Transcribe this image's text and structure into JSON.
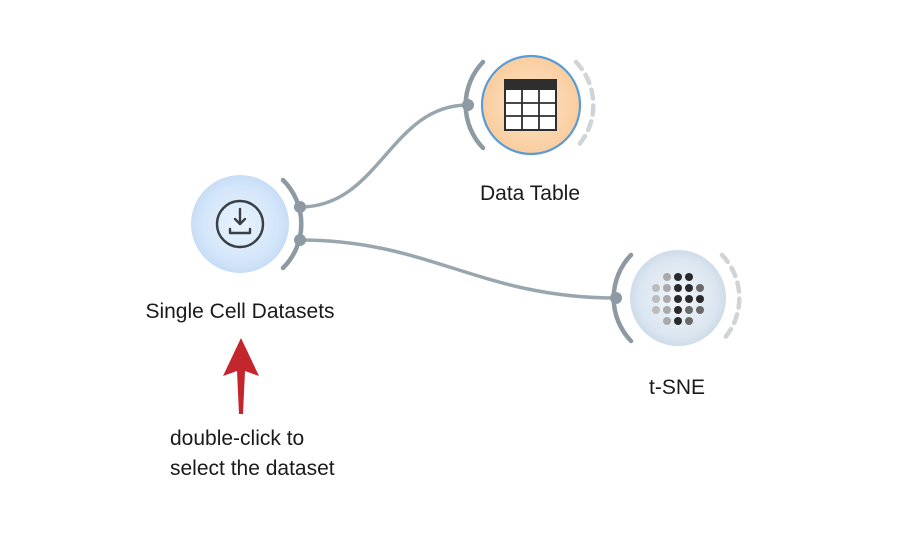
{
  "nodes": {
    "source": {
      "label": "Single Cell Datasets",
      "icon": "download-icon"
    },
    "table": {
      "label": "Data Table",
      "icon": "table-icon"
    },
    "tsne": {
      "label": "t-SNE",
      "icon": "scatter-dots-icon"
    }
  },
  "annotation": {
    "line1": "double-click to",
    "line2": "select the dataset",
    "arrow_color": "#c4262e"
  },
  "colors": {
    "link": "#9aa6ae",
    "source_fill": "#d6e7fa",
    "table_fill": "#fbd8b0",
    "table_ring": "#5b9bd5",
    "tsne_fill": "#dde7f1"
  }
}
